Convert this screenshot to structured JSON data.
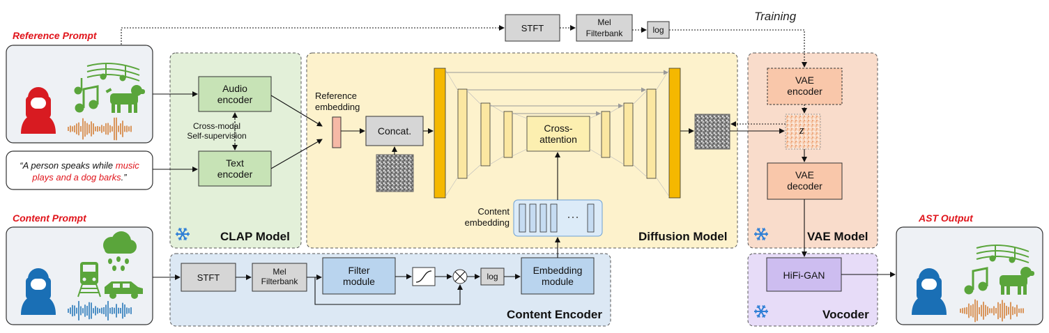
{
  "prompts": {
    "reference": "Reference Prompt",
    "content": "Content Prompt",
    "output": "AST Output"
  },
  "text_prompt": {
    "part1": "“A person speaks while ",
    "highlight1": "music",
    "highlight2": "plays and a dog barks",
    "part2": ".”"
  },
  "training_label": "Training",
  "top_path": {
    "stft": "STFT",
    "mel": "Mel\nFilterbank",
    "log": "log"
  },
  "clap": {
    "title": "CLAP Model",
    "audio_encoder": "Audio\nencoder",
    "text_encoder": "Text\nencoder",
    "cross_modal": "Cross-modal\nSelf-supervision"
  },
  "diffusion": {
    "title": "Diffusion Model",
    "reference_embedding": "Reference\nembedding",
    "concat": "Concat.",
    "cross_attention": "Cross-\nattention",
    "content_embedding": "Content\nembedding",
    "dots": "···"
  },
  "vae": {
    "title": "VAE Model",
    "encoder": "VAE\nencoder",
    "decoder": "VAE\ndecoder",
    "z": "z"
  },
  "vocoder": {
    "title": "Vocoder",
    "hifigan": "HiFi-GAN"
  },
  "content_encoder": {
    "title": "Content Encoder",
    "stft": "STFT",
    "mel": "Mel\nFilterbank",
    "filter": "Filter\nmodule",
    "log": "log",
    "embedding": "Embedding\nmodule"
  },
  "colors": {
    "red": "#e0141b",
    "green": "#5aa53b",
    "blue": "#1a6fb5",
    "orange": "#d2772a",
    "unet": "#f5b800",
    "unet_light": "#fbe7a1",
    "snowflake": "#2f7fd6"
  },
  "icons": [
    "woman-icon",
    "music-notes-icon",
    "dog-icon",
    "waveform-icon",
    "train-icon",
    "cloud-rain-icon",
    "car-icon",
    "snowflake-icon",
    "sigmoid-icon",
    "multiply-icon"
  ]
}
